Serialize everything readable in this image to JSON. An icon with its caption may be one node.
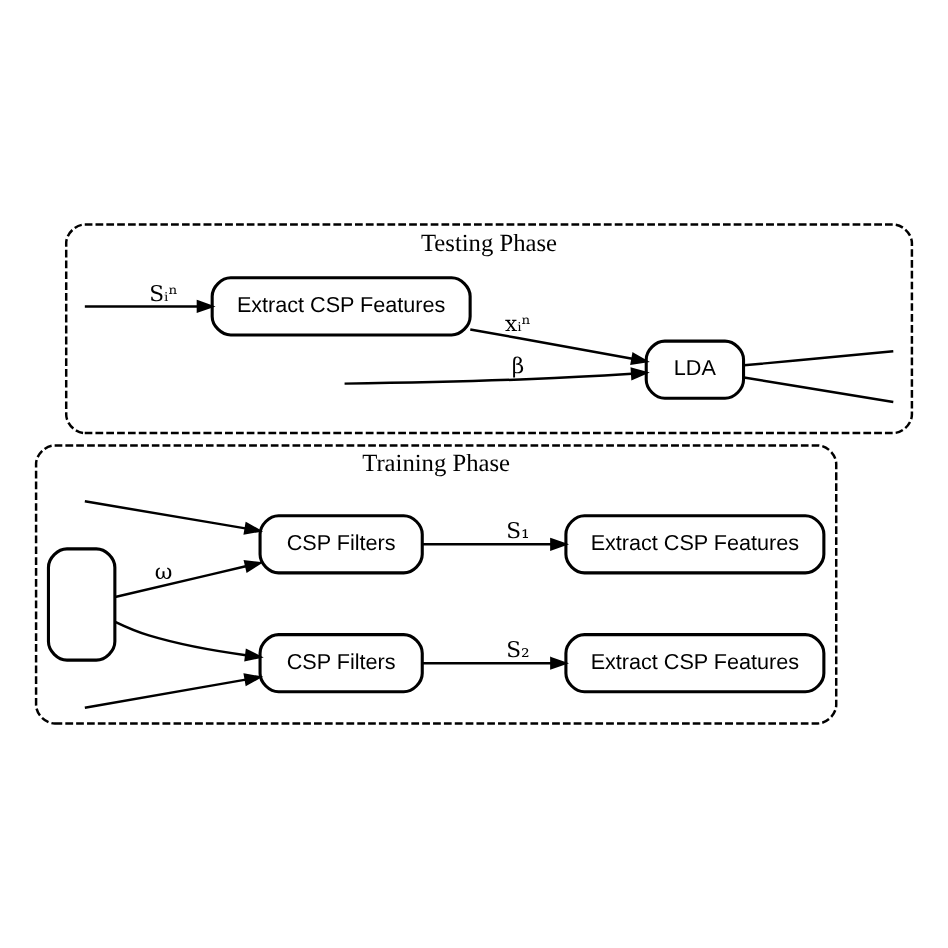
{
  "diagram": {
    "nodes": [
      {
        "text": [
          "Training Phase"
        ]
      },
      {
        "text": [],
        "shape": "box",
        "in": 0
      },
      {
        "text": [
          "CSP Filters"
        ],
        "in": 0
      },
      {
        "text": [
          "CSP Filters"
        ],
        "in": 0
      },
      {
        "text": [
          "Extract CSP Features"
        ],
        "in": 0
      },
      {
        "text": [
          "Extract CSP Features"
        ],
        "in": 0
      },
      {
        "text": [
          "Testing Phase"
        ]
      },
      {
        "text": [
          "Extract CSP Features"
        ],
        "in": 6
      },
      {
        "text": [
          "LDA"
        ],
        "in": 6
      }
    ],
    "edges": [
      {
        "from": null,
        "to": 2,
        "arrow": "to"
      },
      {
        "from": 1,
        "to": 2,
        "arrow": "to",
        "label": "ω"
      },
      {
        "from": 1,
        "to": 3,
        "arrow": "to"
      },
      {
        "from": null,
        "to": 3,
        "arrow": "to"
      },
      {
        "from": 2,
        "to": 4,
        "arrow": "to",
        "label": "S₁"
      },
      {
        "from": 3,
        "to": 5,
        "arrow": "to",
        "label": "S₂"
      },
      {
        "from": null,
        "to": 7,
        "arrow": "to",
        "label": "Sᵢⁿ"
      },
      {
        "from": null,
        "to": 8,
        "arrow": "to",
        "label": "β"
      },
      {
        "from": 7,
        "to": 8,
        "arrow": "to",
        "label": "xᵢⁿ"
      },
      {
        "from": 8,
        "to": null,
        "arrow": "none"
      },
      {
        "from": 8,
        "to": null,
        "arrow": "none"
      }
    ]
  }
}
